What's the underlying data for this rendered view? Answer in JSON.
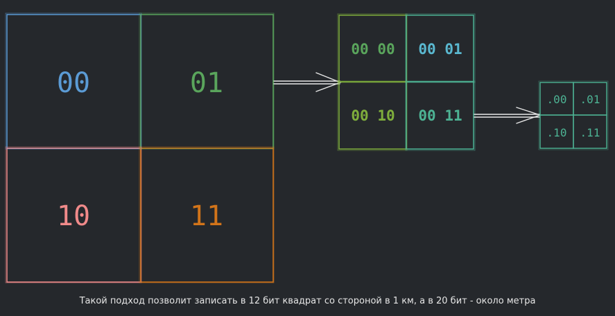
{
  "colors": {
    "background": "#25282c",
    "blue": "#5b9bd5",
    "green": "#5aa55c",
    "salmon": "#f08a8a",
    "orange": "#d2741a",
    "olive": "#7fae3c",
    "cyan": "#5ab8d0",
    "teal": "#4db394",
    "arrow": "#e8e8e8",
    "caption": "#e6e6e6"
  },
  "level1": {
    "q00": "00",
    "q01": "01",
    "q10": "10",
    "q11": "11"
  },
  "level2": {
    "q00": "00 00",
    "q01": "00 01",
    "q10": "00 10",
    "q11": "00 11"
  },
  "level3": {
    "q00": ".00",
    "q01": ".01",
    "q10": ".10",
    "q11": ".11"
  },
  "caption": "Такой подход позволит записать в 12 бит квадрат со стороной в 1 км, а в 20 бит - около метра"
}
